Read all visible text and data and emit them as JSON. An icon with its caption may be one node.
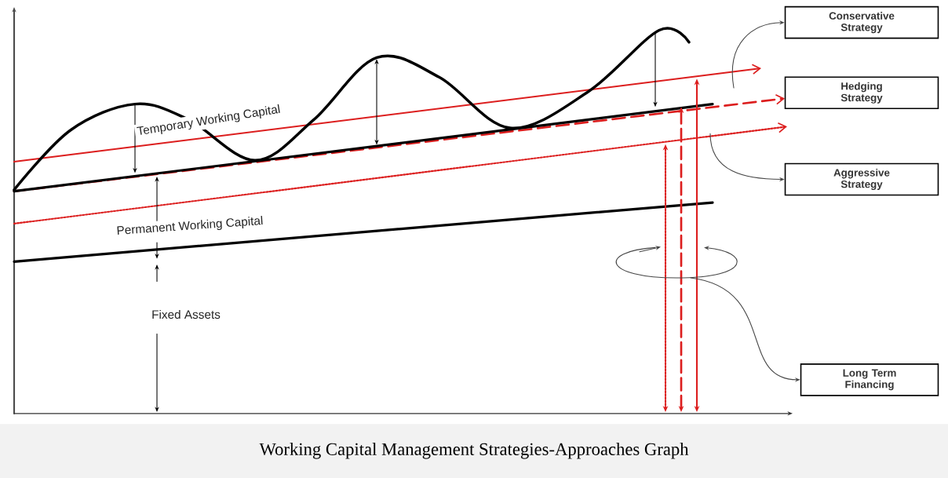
{
  "diagram": {
    "caption": "Working Capital Management Strategies-Approaches Graph",
    "nodes": [
      {
        "text": [
          "Conservative Strategy"
        ]
      },
      {
        "text": [
          "Hedging Strategy"
        ]
      },
      {
        "text": [
          "Aggressive Strategy"
        ]
      },
      {
        "text": [
          "Long Term Financing"
        ]
      }
    ],
    "edges": [
      {
        "from": null,
        "to": 0,
        "arrow": "to"
      },
      {
        "from": null,
        "to": 2,
        "arrow": "to"
      },
      {
        "from": null,
        "to": 3,
        "arrow": "to"
      }
    ],
    "labels": [
      "Temporary Working Capital",
      "Permanent Working Capital",
      "Fixed Assets"
    ]
  }
}
